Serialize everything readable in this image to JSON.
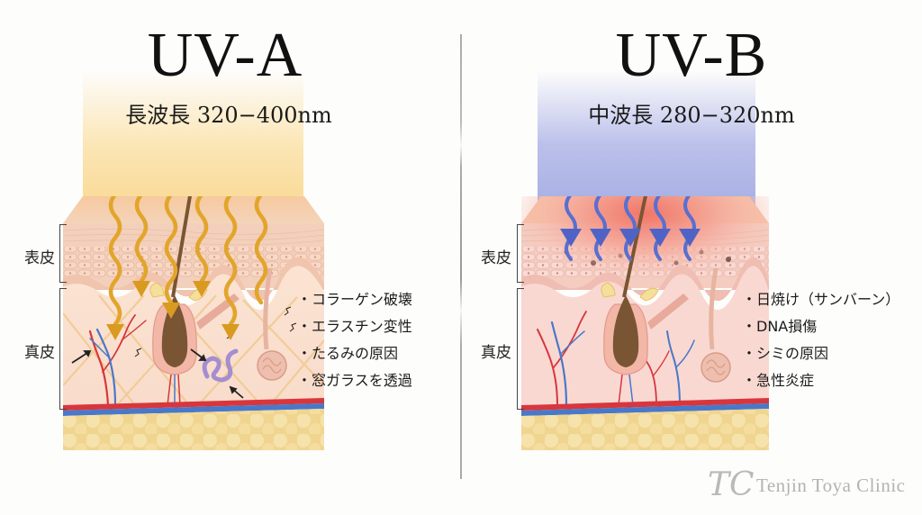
{
  "uva": {
    "title": "UV-A",
    "subtitle": "長波長 320−400nm",
    "wavelength_type": "長波長",
    "range_nm": [
      320,
      400
    ],
    "beam_color": "#f8d99a",
    "arrow_color": "#e0a52a",
    "layers": {
      "epidermis": "表皮",
      "dermis": "真皮"
    },
    "effects": [
      "コラーゲン破壊",
      "エラスチン変性",
      "たるみの原因",
      "窓ガラスを透過"
    ]
  },
  "uvb": {
    "title": "UV-B",
    "subtitle": "中波長 280−320nm",
    "wavelength_type": "中波長",
    "range_nm": [
      280,
      320
    ],
    "beam_color": "#aab2e6",
    "arrow_color": "#5a6fd0",
    "layers": {
      "epidermis": "表皮",
      "dermis": "真皮"
    },
    "effects": [
      "日焼け（サンバーン）",
      "DNA損傷",
      "シミの原因",
      "急性炎症"
    ]
  },
  "logo": {
    "mark": "TC",
    "text": "Tenjin Toya Clinic"
  },
  "colors": {
    "skin_epidermis": "#f3c9ae",
    "skin_dermis_uva": "#fbe0cf",
    "skin_dermis_uvb": "#f9d6d0",
    "fat": "#f2da98",
    "artery": "#d8363c",
    "vein": "#4a78c8",
    "hair": "#7a5534"
  }
}
